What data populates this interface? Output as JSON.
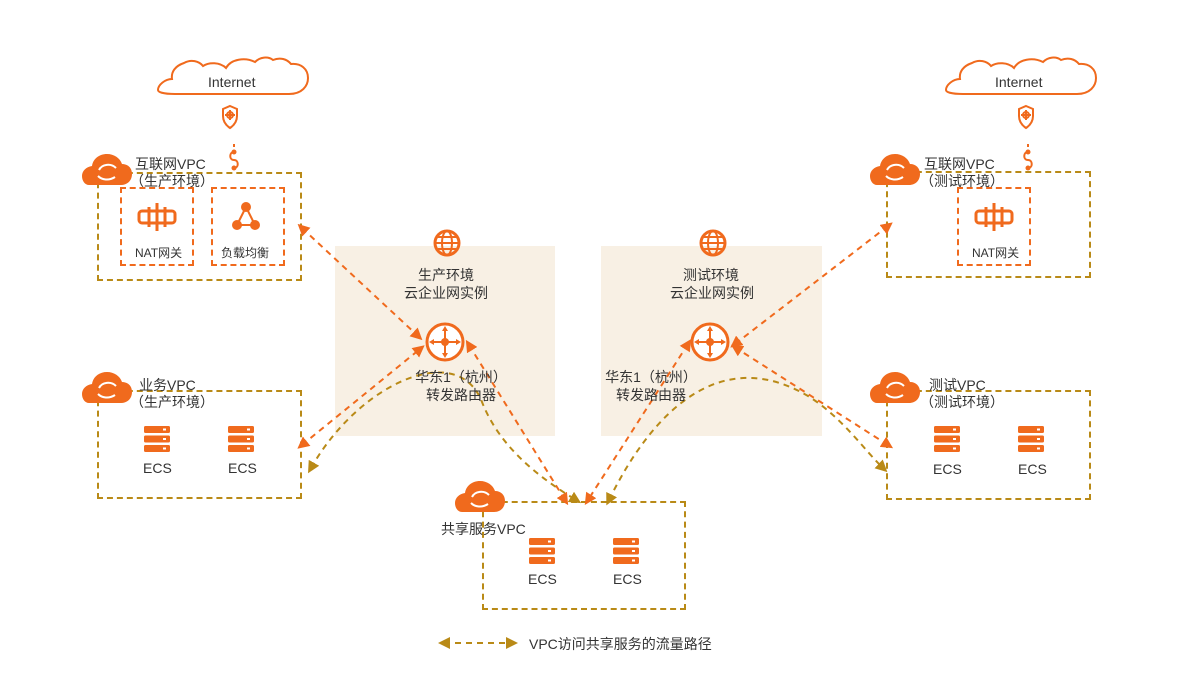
{
  "diagram": {
    "internet_left": "Internet",
    "internet_right": "Internet",
    "prod_internet_vpc_line1": "互联网VPC",
    "prod_internet_vpc_line2": "（生产环境）",
    "prod_nat": "NAT网关",
    "prod_lb": "负载均衡",
    "prod_business_vpc_line1": "业务VPC",
    "prod_business_vpc_line2": "（生产环境）",
    "prod_ecs_1": "ECS",
    "prod_ecs_2": "ECS",
    "prod_cen_line1": "生产环境",
    "prod_cen_line2": "云企业网实例",
    "prod_router_line1": "华东1（杭州）",
    "prod_router_line2": "转发路由器",
    "test_cen_line1": "测试环境",
    "test_cen_line2": "云企业网实例",
    "test_router_line1": "华东1（杭州）",
    "test_router_line2": "转发路由器",
    "test_internet_vpc_line1": "互联网VPC",
    "test_internet_vpc_line2": "（测试环境）",
    "test_nat": "NAT网关",
    "test_vpc_line1": "测试VPC",
    "test_vpc_line2": "（测试环境）",
    "test_ecs_1": "ECS",
    "test_ecs_2": "ECS",
    "shared_vpc": "共享服务VPC",
    "shared_ecs_1": "ECS",
    "shared_ecs_2": "ECS",
    "legend_text": "VPC访问共享服务的流量路径"
  },
  "colors": {
    "orange": "#f06a1d",
    "olive": "#b98a17",
    "panel": "#f8f0e4"
  },
  "icons": {
    "cloud": "cloud-icon",
    "shield": "shield-icon",
    "link": "link-icon",
    "nat": "nat-gateway-icon",
    "load_balancer": "load-balancer-icon",
    "globe": "globe-icon",
    "router": "router-icon",
    "server": "server-icon"
  }
}
